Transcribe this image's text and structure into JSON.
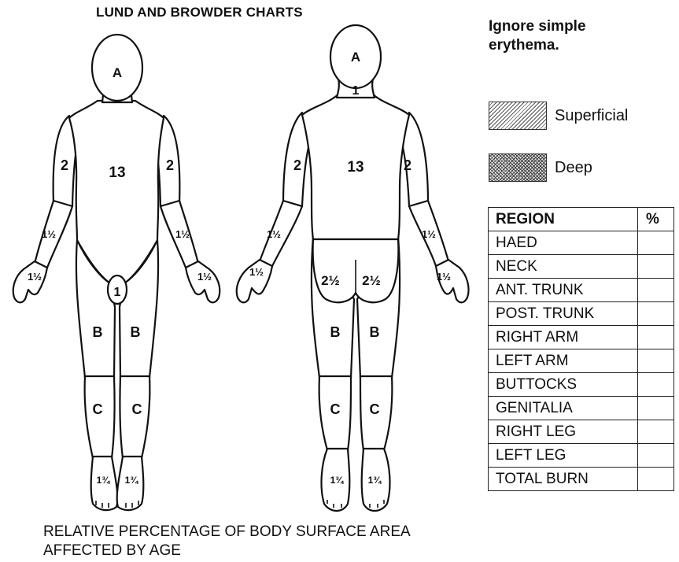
{
  "title": "LUND AND BROWDER CHARTS",
  "note": "Ignore simple erythema.",
  "legend": [
    {
      "label": "Superficial",
      "pattern": "diagonal-hatch"
    },
    {
      "label": "Deep",
      "pattern": "cross-hatch"
    }
  ],
  "table": {
    "headers": [
      "REGION",
      "%"
    ],
    "rows": [
      "HAED",
      "NECK",
      "ANT. TRUNK",
      "POST. TRUNK",
      "RIGHT ARM",
      "LEFT ARM",
      "BUTTOCKS",
      "GENITALIA",
      "RIGHT LEG",
      "LEFT LEG",
      "TOTAL BURN"
    ]
  },
  "caption": {
    "line1": "RELATIVE PERCENTAGE OF BODY SURFACE AREA",
    "line2": "AFFECTED BY AGE"
  },
  "labels": {
    "head": "A",
    "neck": "1",
    "trunk": "13",
    "upper_arm": "2",
    "genitalia": "1",
    "thigh": "B",
    "lower_leg": "C",
    "forearm": "1½",
    "hand": "1½",
    "buttock": "2½",
    "foot": "1¾"
  }
}
